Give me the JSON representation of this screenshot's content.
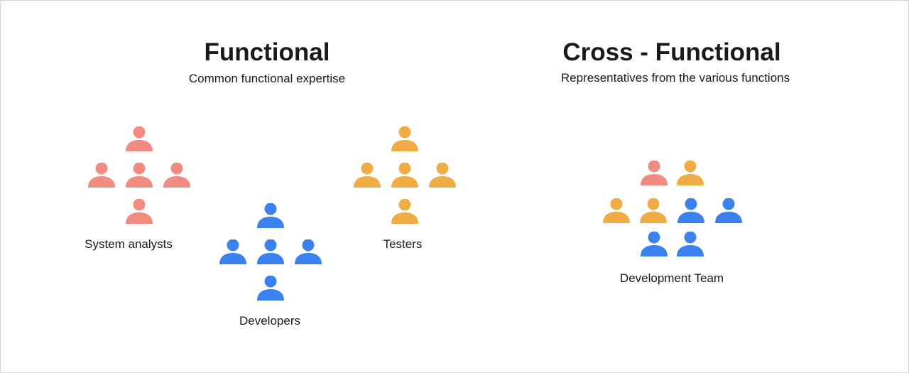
{
  "colors": {
    "analyst": "#f28b82",
    "developer": "#3b82f0",
    "tester": "#f0ac45"
  },
  "functional": {
    "title": "Functional",
    "subtitle": "Common functional expertise",
    "groups": [
      {
        "key": "analysts",
        "label": "System analysts",
        "color_key": "analyst"
      },
      {
        "key": "developers",
        "label": "Developers",
        "color_key": "developer"
      },
      {
        "key": "testers",
        "label": "Testers",
        "color_key": "tester"
      }
    ]
  },
  "cross_functional": {
    "title": "Cross - Functional",
    "subtitle": "Representatives from the various functions",
    "team_label": "Development Team",
    "members": [
      "analyst",
      "tester",
      "tester",
      "tester",
      "developer",
      "developer",
      "developer",
      "developer"
    ]
  },
  "icon": "person-icon"
}
